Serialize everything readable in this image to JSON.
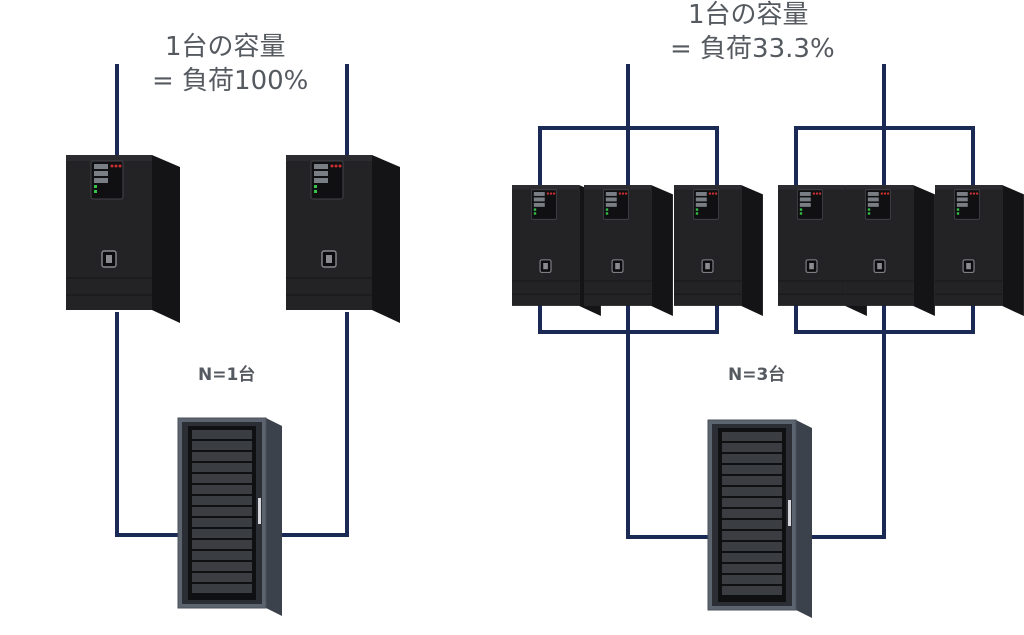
{
  "left": {
    "capacity_line1": "1台の容量",
    "capacity_line2": "= 負荷100%",
    "n_label": "N=1台"
  },
  "right": {
    "capacity_line1": "1台の容量",
    "capacity_line2": "=  負荷33.3%",
    "n_label": "N=3台"
  },
  "colors": {
    "wire": "#1b2a55",
    "ups_body": "#1f1f22",
    "rack_frame": "#5c6470",
    "text": "#555a60"
  },
  "icons": [
    "ups-unit-icon",
    "server-rack-icon"
  ]
}
